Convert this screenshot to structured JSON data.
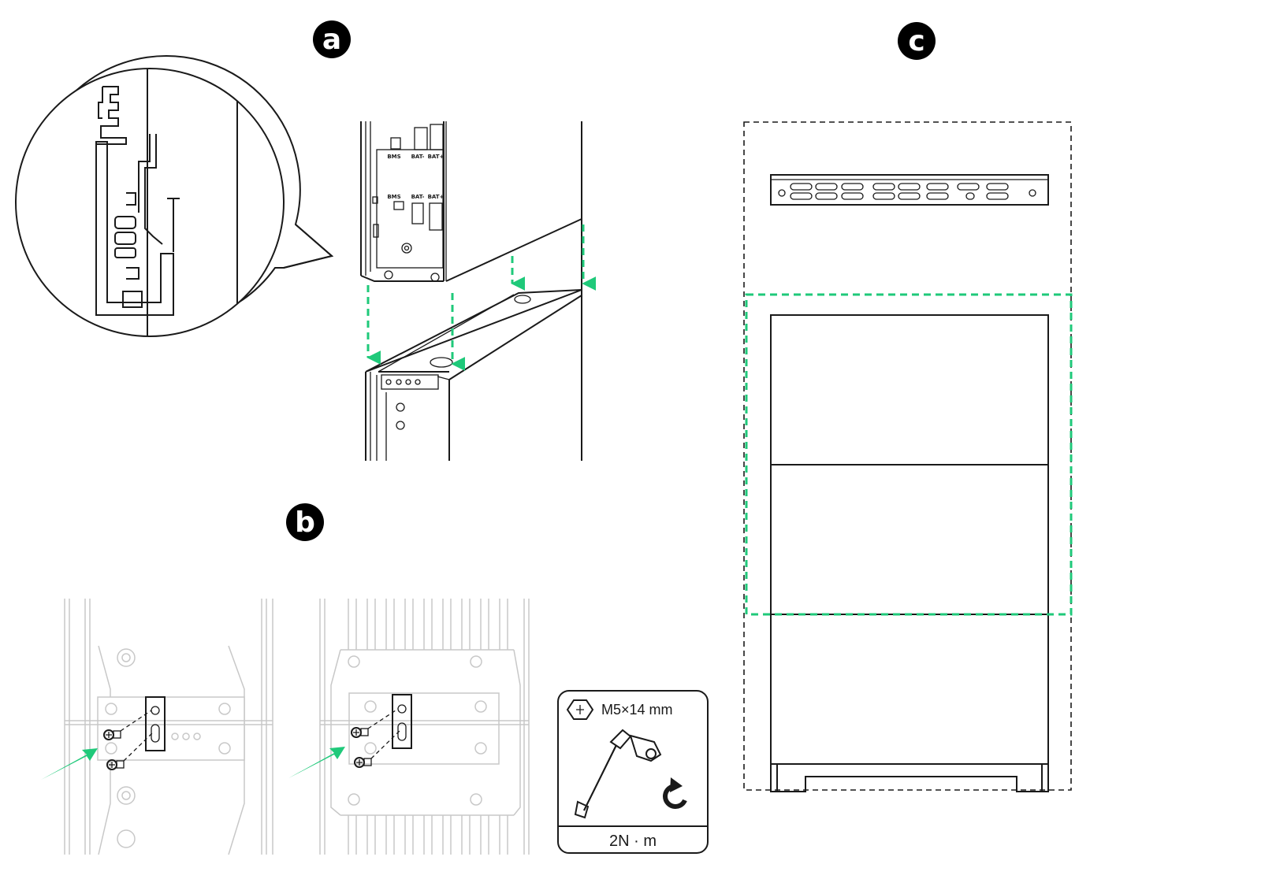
{
  "steps": {
    "a": "a",
    "b": "b",
    "c": "c"
  },
  "panel_a": {
    "port_labels_top": [
      "BMS",
      "BAT-",
      "BAT+"
    ],
    "port_labels_bottom": [
      "BMS",
      "BAT-",
      "BAT+"
    ]
  },
  "spec_box": {
    "screw": "M5×14 mm",
    "torque": "2N · m"
  },
  "colors": {
    "accent": "#1fc97a",
    "line": "#1a1a1a",
    "faded": "#c8c8c8",
    "badge": "#000000"
  },
  "icons": {
    "screw_head": "cross-screw-icon",
    "tool": "socket-wrench-icon",
    "rotate": "clockwise-rotate-icon"
  }
}
